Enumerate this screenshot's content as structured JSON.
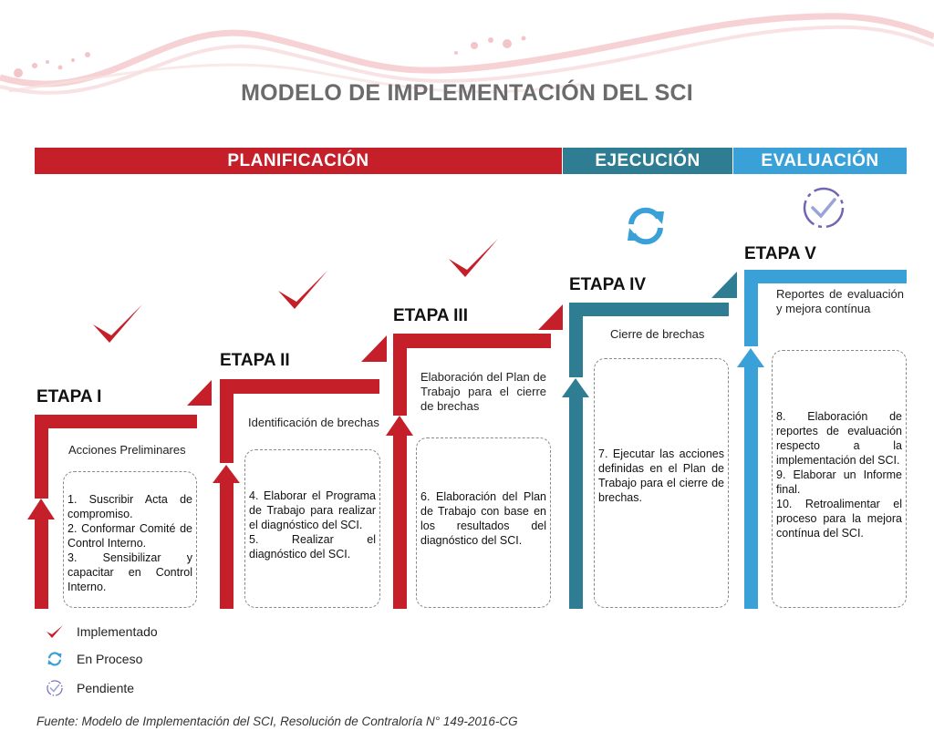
{
  "title": "MODELO DE IMPLEMENTACIÓN DEL SCI",
  "phases": [
    {
      "label": "PLANIFICACIÓN",
      "color": "#c51f2a"
    },
    {
      "label": "EJECUCIÓN",
      "color": "#2e7d92"
    },
    {
      "label": "EVALUACIÓN",
      "color": "#3aa0d8"
    }
  ],
  "stages": [
    {
      "title": "ETAPA I",
      "subtitle": "Acciones Preliminares",
      "tasks": [
        "1. Suscribir Acta de compromiso.",
        "2. Conformar Comité de Control Interno.",
        "3. Sensibilizar y capacitar en Control Interno."
      ],
      "status": "Implementado"
    },
    {
      "title": "ETAPA II",
      "subtitle": "Identificación de brechas",
      "tasks": [
        "4. Elaborar el Programa de Trabajo para realizar el diagnóstico del SCI.",
        "5. Realizar el diagnóstico del SCI."
      ],
      "status": "Implementado"
    },
    {
      "title": "ETAPA III",
      "subtitle": "Elaboración del Plan de Trabajo para el cierre de brechas",
      "tasks": [
        "6. Elaboración del Plan de Trabajo con base en los resultados del diagnóstico del SCI."
      ],
      "status": "Implementado"
    },
    {
      "title": "ETAPA IV",
      "subtitle": "Cierre de brechas",
      "tasks": [
        "7. Ejecutar las acciones definidas en el Plan de Trabajo para el cierre de brechas."
      ],
      "status": "En Proceso"
    },
    {
      "title": "ETAPA V",
      "subtitle": "Reportes de evaluación y mejora contínua",
      "tasks": [
        "8. Elaboración de reportes de evaluación respecto a la implementación del SCI.",
        "9. Elaborar un Informe final.",
        "10. Retroalimentar el proceso para la mejora contínua del SCI."
      ],
      "status": "Pendiente"
    }
  ],
  "legend": [
    {
      "icon": "check-icon",
      "label": "Implementado"
    },
    {
      "icon": "refresh-icon",
      "label": "En Proceso"
    },
    {
      "icon": "pending-check-icon",
      "label": "Pendiente"
    }
  ],
  "source": "Fuente: Modelo de Implementación del SCI, Resolución de Contraloría N° 149-2016-CG",
  "colors": {
    "red": "#c51f2a",
    "teal": "#2e7d92",
    "blue": "#3aa0d8",
    "title_gray": "#6b6b6b",
    "pending_purple": "#6f67b5"
  }
}
